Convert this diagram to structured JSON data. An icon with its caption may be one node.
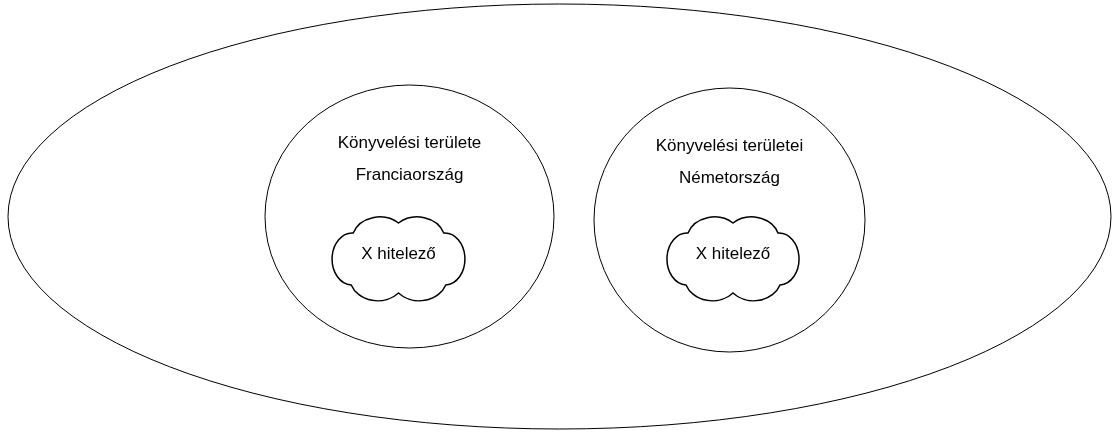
{
  "diagram": {
    "nodes": [
      {
        "text": [],
        "shape": "ellipse"
      },
      {
        "text": [
          "Könyvelési területe Franciaország"
        ],
        "in": 0
      },
      {
        "text": [
          "X hitelező"
        ],
        "in": 1
      },
      {
        "text": [
          "Könyvelési területei Németország"
        ],
        "in": 0
      },
      {
        "text": [
          "X hitelező"
        ],
        "in": 3
      }
    ]
  }
}
